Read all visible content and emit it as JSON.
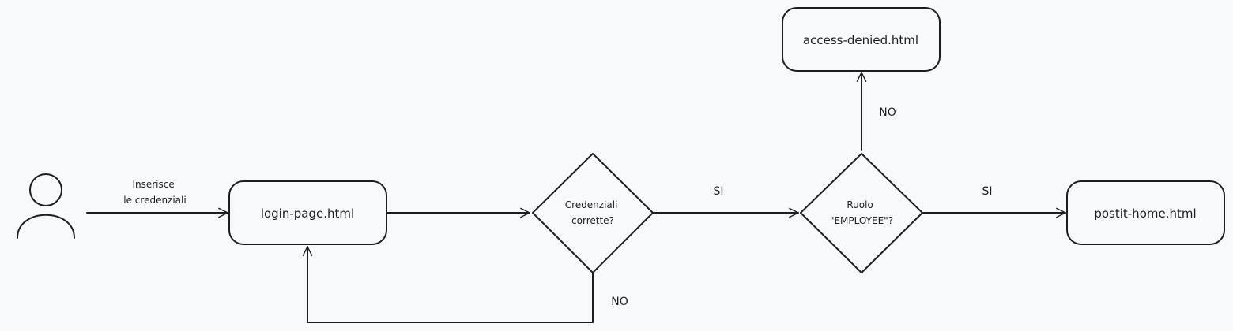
{
  "actor": {
    "icon": "user-icon"
  },
  "nodes": {
    "login": "login-page.html",
    "check_credentials": [
      "Credenziali",
      "corrette?"
    ],
    "check_role": [
      "Ruolo",
      "\"EMPLOYEE\"?"
    ],
    "denied": "access-denied.html",
    "home": "postit-home.html"
  },
  "edges": {
    "enter_credentials": [
      "Inserisce",
      "le credenziali"
    ],
    "credentials_yes": "SI",
    "credentials_no": "NO",
    "role_yes": "SI",
    "role_no": "NO"
  },
  "colors": {
    "stroke": "#1e1e1e",
    "background": "#f8f9fa"
  }
}
